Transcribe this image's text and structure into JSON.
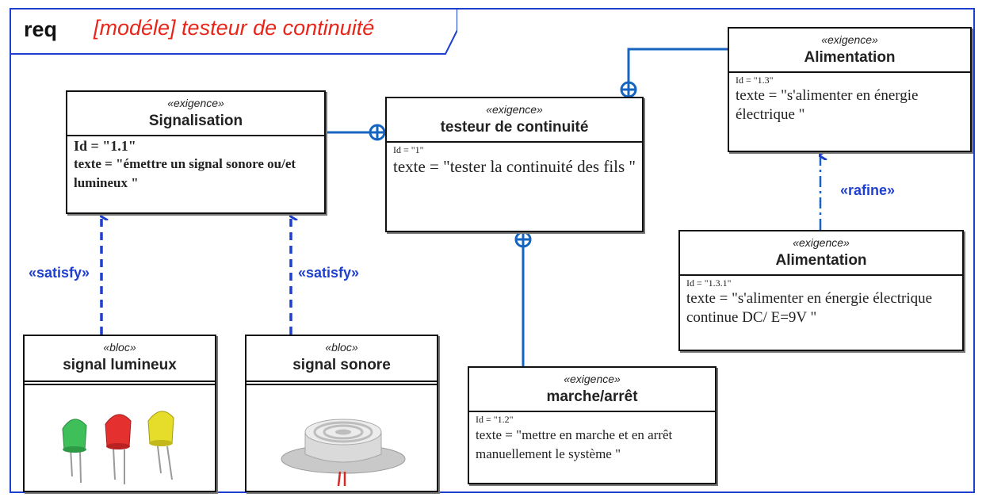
{
  "title": {
    "keyword": "req",
    "model": "[modéle]  testeur de continuité"
  },
  "blocks": {
    "signalisation": {
      "stereotype": "«exigence»",
      "name": "Signalisation",
      "id": "Id = \"1.1\"",
      "texte": "texte = \"émettre  un signal sonore ou/et lumineux   \""
    },
    "testeur": {
      "stereotype": "«exigence»",
      "name": "testeur de continuité",
      "id": "Id = \"1\"",
      "texte": "texte = \"tester la continuité des fils   \""
    },
    "alimentation": {
      "stereotype": "«exigence»",
      "name": "Alimentation",
      "id": "Id = \"1.3\"",
      "texte": "texte = \"s'alimenter en énergie électrique  \""
    },
    "alimentation2": {
      "stereotype": "«exigence»",
      "name": "Alimentation",
      "id": "Id = \"1.3.1\"",
      "texte": "texte = \"s'alimenter en énergie électrique continue DC/ E=9V  \""
    },
    "marche": {
      "stereotype": "«exigence»",
      "name": "marche/arrêt",
      "id": "Id = \"1.2\"",
      "texte": "texte = \"mettre en marche et en arrêt manuellement le système  \""
    },
    "lumineux": {
      "stereotype": "«bloc»",
      "name": "signal lumineux"
    },
    "sonore": {
      "stereotype": "«bloc»",
      "name": "signal sonore"
    }
  },
  "relations": {
    "satisfy": "«satisfy»",
    "rafine": "«rafine»"
  },
  "colors": {
    "frame": "#1e3fd0",
    "title_red": "#e8251a",
    "link": "#1565c0",
    "dep": "#1e3fd0"
  },
  "leds": [
    "green",
    "red",
    "yellow"
  ]
}
